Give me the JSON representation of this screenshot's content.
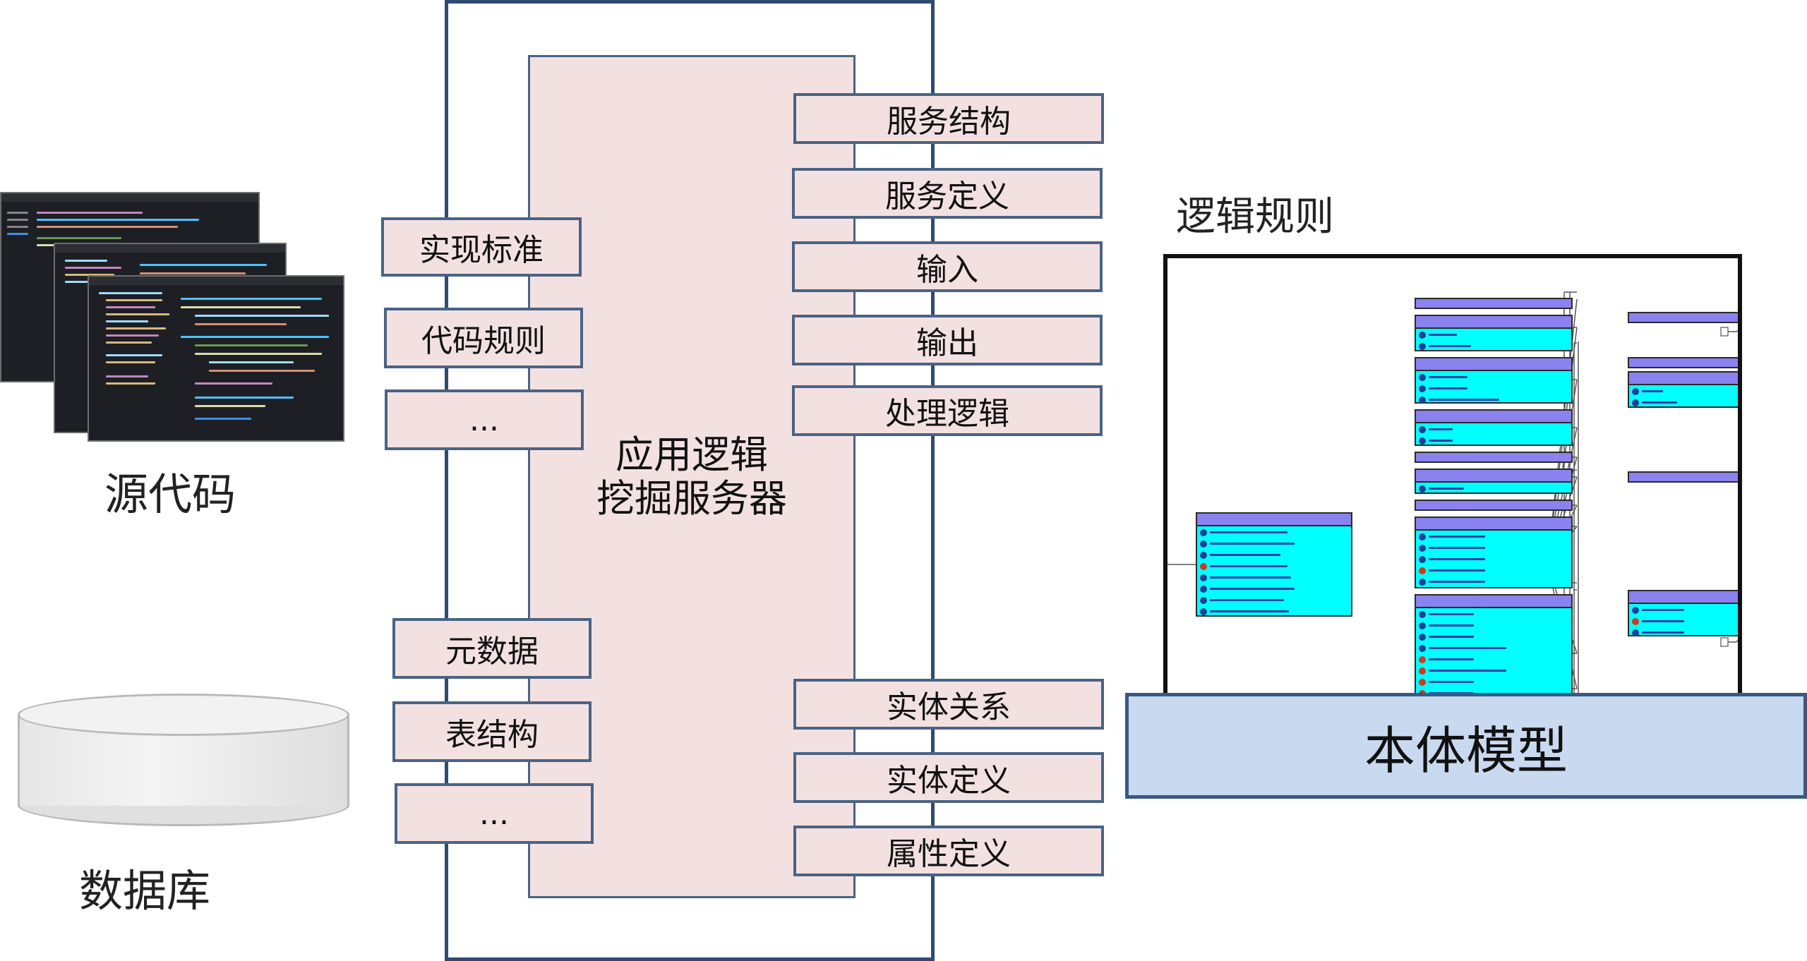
{
  "left": {
    "source_code_label": "源代码",
    "database_label": "数据库"
  },
  "server": {
    "title_line1": "应用逻辑",
    "title_line2": "挖掘服务器"
  },
  "left_boxes_top": [
    {
      "label": "实现标准"
    },
    {
      "label": "代码规则"
    },
    {
      "label": "..."
    }
  ],
  "left_boxes_bottom": [
    {
      "label": "元数据"
    },
    {
      "label": "表结构"
    },
    {
      "label": "..."
    }
  ],
  "right_boxes_top": [
    {
      "label": "服务结构"
    },
    {
      "label": "服务定义"
    },
    {
      "label": "输入"
    },
    {
      "label": "输出"
    },
    {
      "label": "处理逻辑"
    }
  ],
  "right_boxes_bottom": [
    {
      "label": "实体关系"
    },
    {
      "label": "实体定义"
    },
    {
      "label": "属性定义"
    }
  ],
  "rules": {
    "title": "逻辑规则"
  },
  "ontology": {
    "label": "本体模型"
  },
  "colors": {
    "frame_border": "#2f4b74",
    "box_fill": "#f3e1e2",
    "ontology_fill": "#c9d9ef",
    "node_fill": "#00ffff",
    "node_header": "#8a82ee"
  }
}
